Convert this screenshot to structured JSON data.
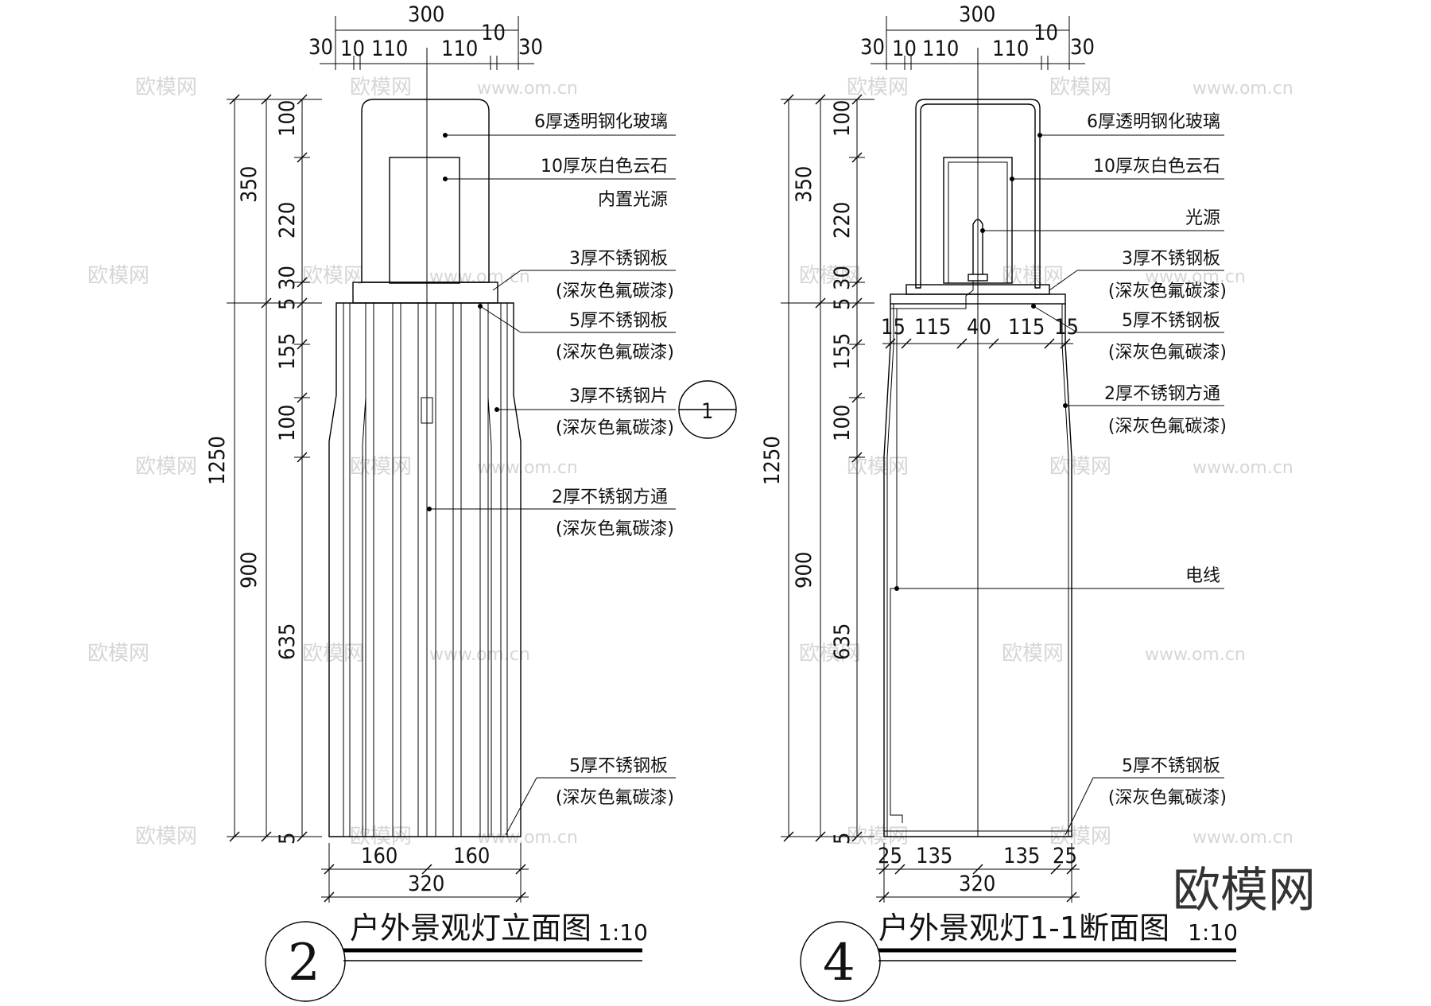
{
  "left_view": {
    "top_dims": [
      "300",
      "30",
      "10",
      "110",
      "110",
      "10",
      "30"
    ],
    "left_dims": [
      "350",
      "1250",
      "100",
      "220",
      "30",
      "5",
      "155",
      "100",
      "900",
      "635",
      "5"
    ],
    "bottom_dims": [
      "160",
      "160",
      "320"
    ],
    "labels": [
      "6厚透明钢化玻璃",
      "10厚灰白色云石",
      "内置光源",
      "3厚不锈钢板",
      "(深灰色氟碳漆)",
      "5厚不锈钢板",
      "(深灰色氟碳漆)",
      "3厚不锈钢片",
      "(深灰色氟碳漆)",
      "2厚不锈钢方通",
      "(深灰色氟碳漆)",
      "5厚不锈钢板",
      "(深灰色氟碳漆)"
    ],
    "section_mark": "1",
    "title": "户外景观灯立面图",
    "scale": "1:10",
    "number": "2"
  },
  "right_view": {
    "top_dims": [
      "300",
      "30",
      "10",
      "110",
      "110",
      "10",
      "30"
    ],
    "mid_dims": [
      "15",
      "115",
      "40",
      "115",
      "15"
    ],
    "left_dims": [
      "350",
      "1250",
      "100",
      "220",
      "30",
      "5",
      "155",
      "100",
      "900",
      "635",
      "5"
    ],
    "bottom_dims": [
      "25",
      "135",
      "135",
      "25",
      "320"
    ],
    "labels": [
      "6厚透明钢化玻璃",
      "10厚灰白色云石",
      "光源",
      "3厚不锈钢板",
      "(深灰色氟碳漆)",
      "5厚不锈钢板",
      "(深灰色氟碳漆)",
      "2厚不锈钢方通",
      "(深灰色氟碳漆)",
      "电线",
      "5厚不锈钢板",
      "(深灰色氟碳漆)"
    ],
    "title": "户外景观灯1-1断面图",
    "scale": "1:10",
    "number": "4"
  },
  "watermarks": {
    "cn": "欧模网",
    "url": "www.om.cn"
  },
  "brand": "欧模网"
}
